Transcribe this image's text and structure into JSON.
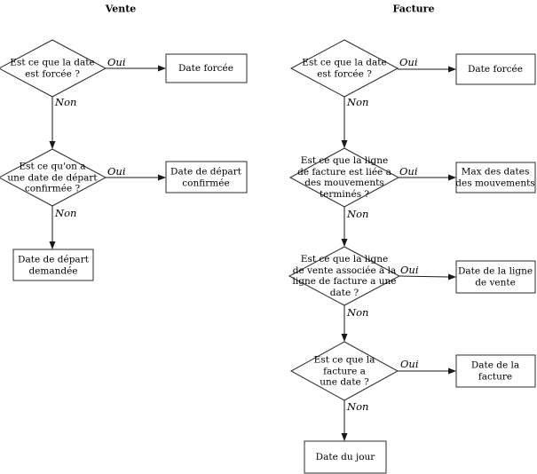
{
  "vente": {
    "title": "Vente",
    "q1_text": "Est ce que la date\nest forcée ?",
    "q1_result": "Date forcée",
    "q2_text": "Est ce qu'on a\nune date de départ\nconfirmée ?",
    "q2_result": "Date de départ\nconfirmée",
    "fallback": "Date de départ\ndemandée"
  },
  "facture": {
    "title": "Facture",
    "q1_text": "Est ce que la date\nest forcée ?",
    "q1_result": "Date forcée",
    "q2_text": "Est ce que la ligne\nde facture est liée a\ndes mouvements\nterminés ?",
    "q2_result": "Max des dates\ndes mouvements",
    "q3_text": "Est ce que la ligne\nde vente associée à la\nligne de facture a une\ndate ?",
    "q3_result": "Date de la ligne\nde vente",
    "q4_text": "Est ce que la\nfacture a\nune date ?",
    "q4_result": "Date de la\nfacture",
    "fallback": "Date du jour"
  },
  "edge_labels": {
    "yes": "Oui",
    "no": "Non"
  },
  "colors": {
    "stroke": "#2b2b2b",
    "background": "#ffffff",
    "text": "#000000"
  }
}
